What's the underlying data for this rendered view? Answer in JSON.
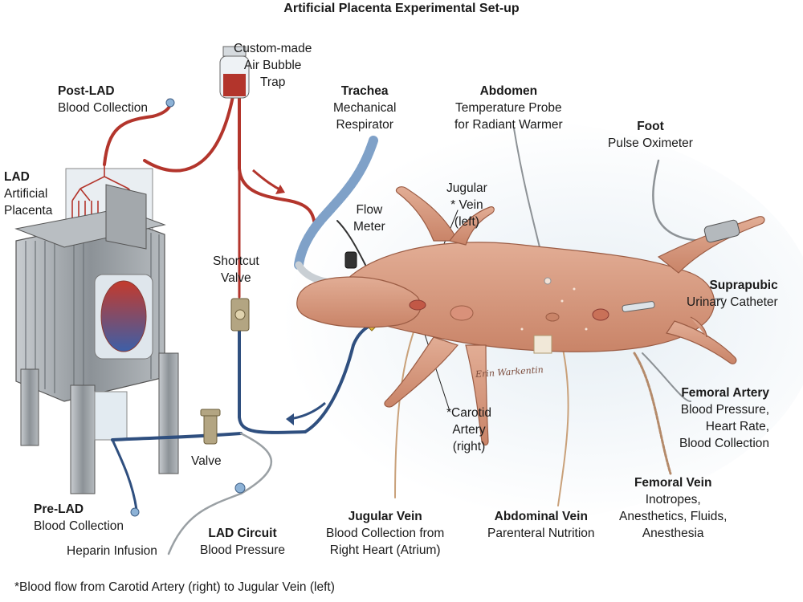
{
  "title": "Artificial Placenta Experimental Set-up",
  "labels": {
    "air_bubble_trap": "Custom-made\nAir Bubble\nTrap",
    "post_lad_title": "Post-LAD",
    "post_lad_sub": "Blood Collection",
    "lad_title": "LAD",
    "lad_sub": "Artificial\nPlacenta",
    "trachea_title": "Trachea",
    "trachea_sub": "Mechanical\nRespirator",
    "abdomen_title": "Abdomen",
    "abdomen_sub": "Temperature Probe\nfor Radiant Warmer",
    "foot_title": "Foot",
    "foot_sub": "Pulse Oximeter",
    "jugular_left": "Jugular\n* Vein\n(left)",
    "flow_meter": "Flow\nMeter",
    "shortcut_valve": "Shortcut\nValve",
    "suprapubic_title": "Suprapubic",
    "suprapubic_sub": "Urinary Catheter",
    "carotid_right": "*Carotid\nArtery\n(right)",
    "femoral_artery_title": "Femoral Artery",
    "femoral_artery_sub": "Blood Pressure,\nHeart Rate,\nBlood Collection",
    "femoral_vein_title": "Femoral Vein",
    "femoral_vein_sub": "Inotropes,\nAnesthetics, Fluids,\nAnesthesia",
    "valve": "Valve",
    "pre_lad_title": "Pre-LAD",
    "pre_lad_sub": "Blood Collection",
    "heparin": "Heparin Infusion",
    "lad_circuit_title": "LAD Circuit",
    "lad_circuit_sub": "Blood Pressure",
    "jugular_vein_title": "Jugular Vein",
    "jugular_vein_sub": "Blood Collection from\nRight Heart (Atrium)",
    "abdominal_vein_title": "Abdominal Vein",
    "abdominal_vein_sub": "Parenteral Nutrition",
    "signature": "Erin Warkentin"
  },
  "footnote": "*Blood flow from Carotid Artery (right) to Jugular Vein (left)",
  "colors": {
    "arterial": "#b3352c",
    "venous": "#2f4f7f",
    "skin": "#d99a80",
    "metal": "#9aa0a4"
  }
}
